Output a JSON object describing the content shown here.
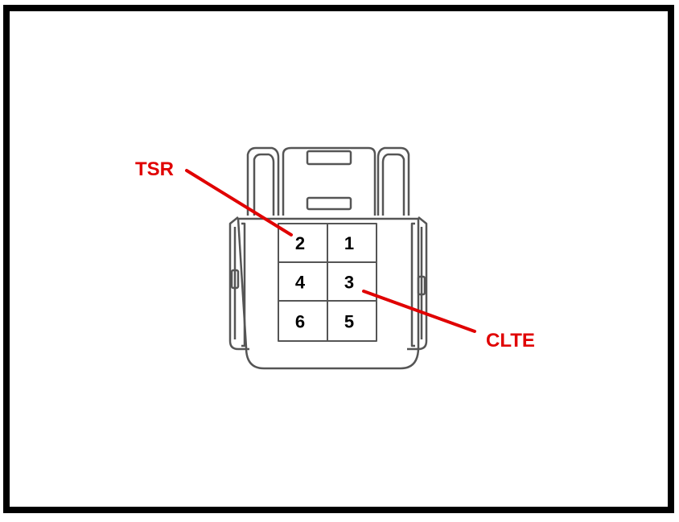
{
  "pins": [
    {
      "number": "2",
      "row": 0,
      "col": 0
    },
    {
      "number": "1",
      "row": 0,
      "col": 1
    },
    {
      "number": "4",
      "row": 1,
      "col": 0
    },
    {
      "number": "3",
      "row": 1,
      "col": 1
    },
    {
      "number": "6",
      "row": 2,
      "col": 0
    },
    {
      "number": "5",
      "row": 2,
      "col": 1
    }
  ],
  "callouts": [
    {
      "label": "TSR",
      "pin": "2"
    },
    {
      "label": "CLTE",
      "pin": "3"
    }
  ],
  "colors": {
    "outline": "#000000",
    "drawing": "#555555",
    "callout": "#e00000"
  }
}
